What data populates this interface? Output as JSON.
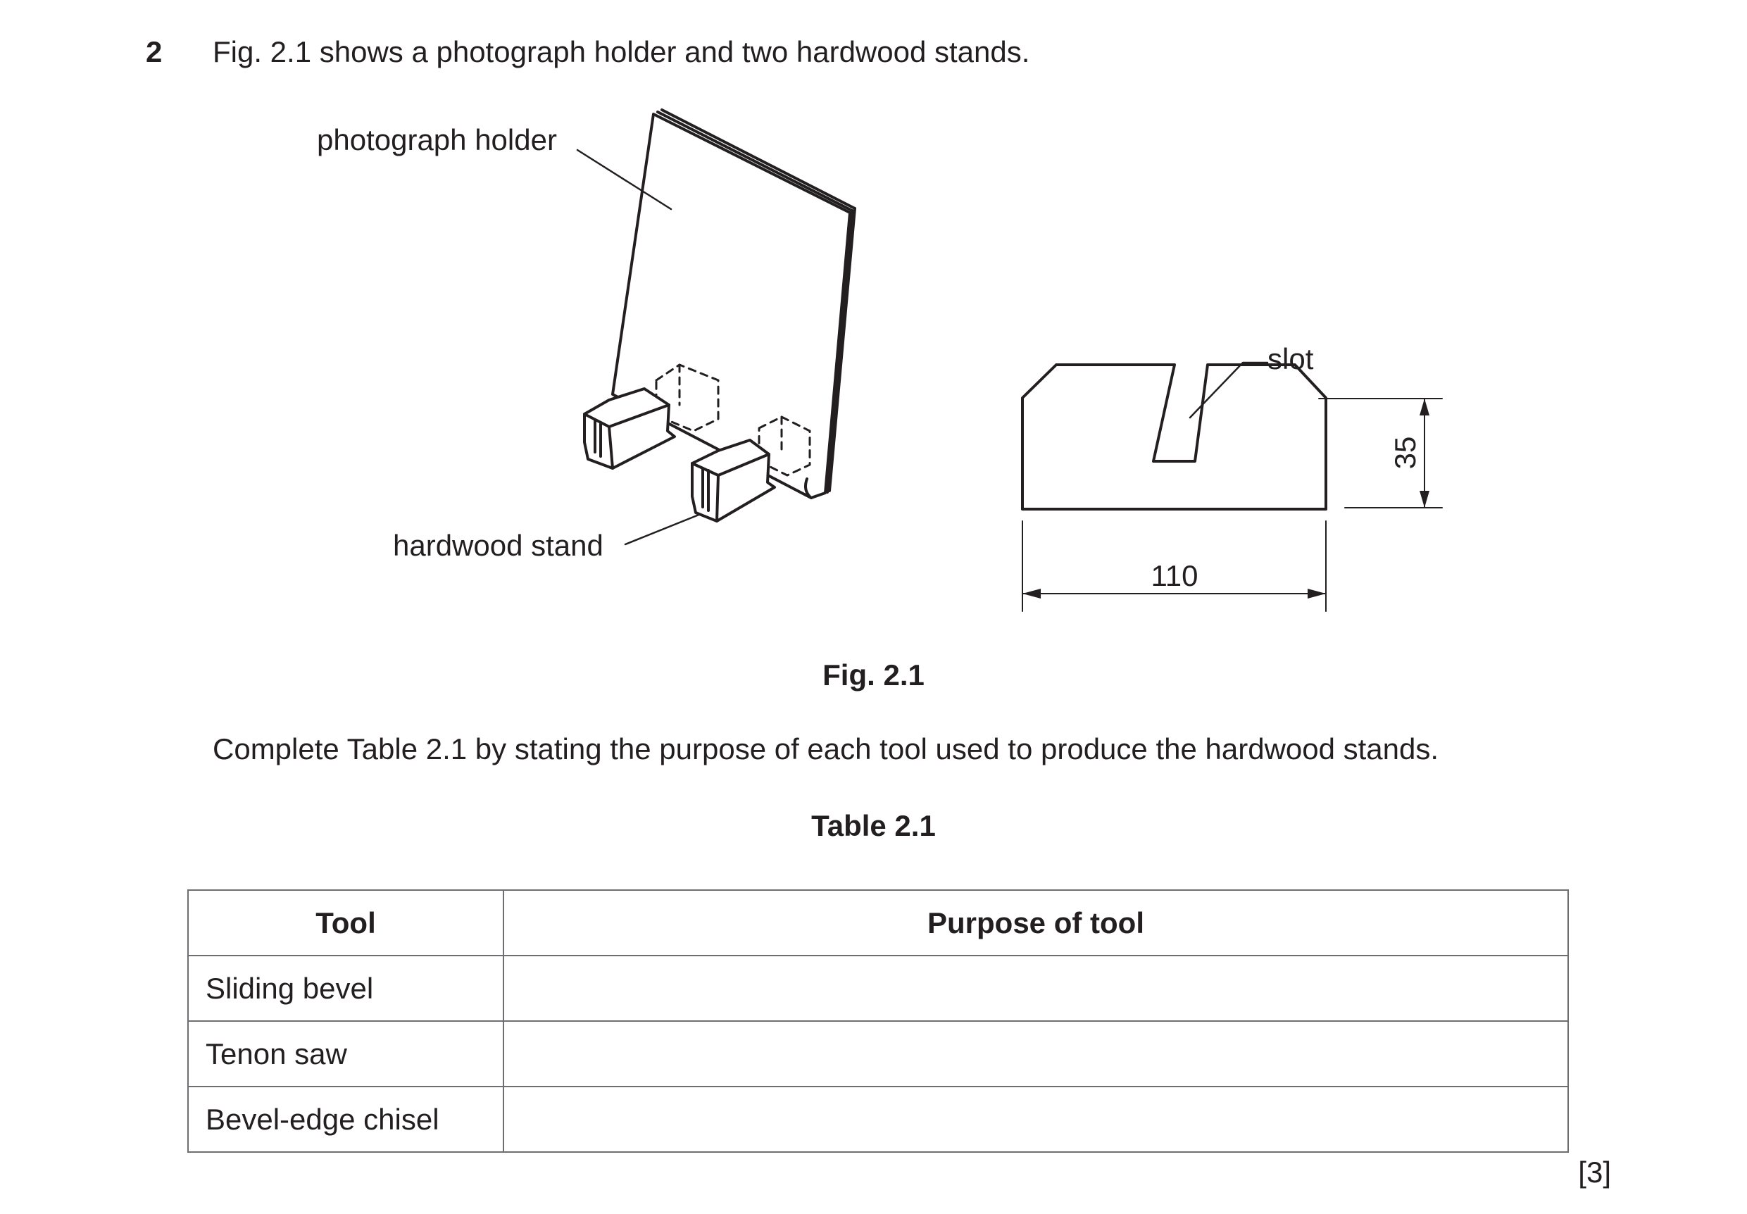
{
  "question": {
    "number": "2",
    "text": "Fig. 2.1 shows a photograph holder and two hardwood stands."
  },
  "figure": {
    "labels": {
      "photograph_holder": "photograph holder",
      "hardwood_stand": "hardwood stand",
      "slot": "slot"
    },
    "dimensions": {
      "width": "110",
      "height": "35"
    },
    "caption": "Fig. 2.1"
  },
  "instruction": "Complete Table 2.1 by stating the purpose of each tool used to produce the hardwood stands.",
  "table": {
    "caption": "Table 2.1",
    "headers": [
      "Tool",
      "Purpose of tool"
    ],
    "rows": [
      {
        "tool": "Sliding bevel",
        "purpose": ""
      },
      {
        "tool": "Tenon saw",
        "purpose": ""
      },
      {
        "tool": "Bevel-edge chisel",
        "purpose": ""
      }
    ]
  },
  "marks": "[3]"
}
